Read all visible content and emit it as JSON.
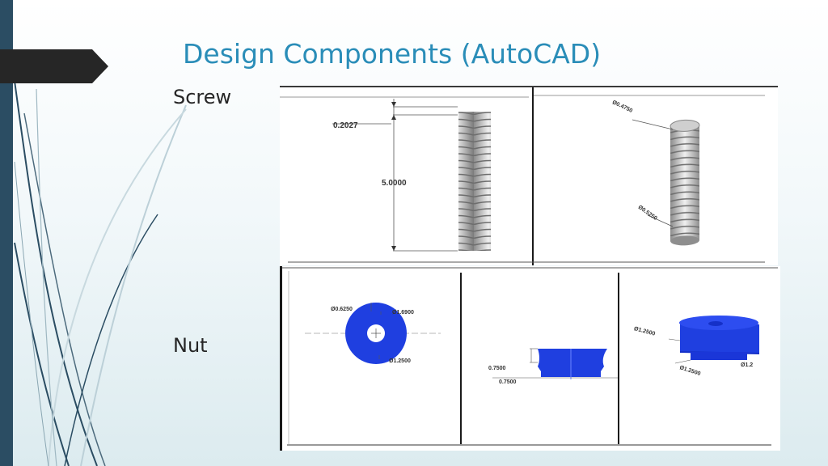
{
  "slide": {
    "title": "Design Components (AutoCAD)",
    "screw_label": "Screw",
    "nut_label": "Nut"
  },
  "screw_drawing": {
    "thread_pitch": "0.2027",
    "length": "5.0000",
    "top_diameter": "Ø0.4750",
    "bottom_diameter": "Ø0.5250"
  },
  "nut_drawing": {
    "inner_diameter": "Ø0.6250",
    "outer_diameter": "Ø1.6900",
    "bottom_diameter": "Ø1.2500",
    "height_upper": "0.7500",
    "height_lower": "0.7500",
    "iso_diameter_a": "Ø1.2500",
    "iso_diameter_b": "Ø1.2500",
    "iso_diameter_c": "Ø1.2"
  },
  "colors": {
    "accent": "#2a8db8",
    "nut_blue": "#1f3fe0",
    "left_bar": "#2b4d63"
  }
}
